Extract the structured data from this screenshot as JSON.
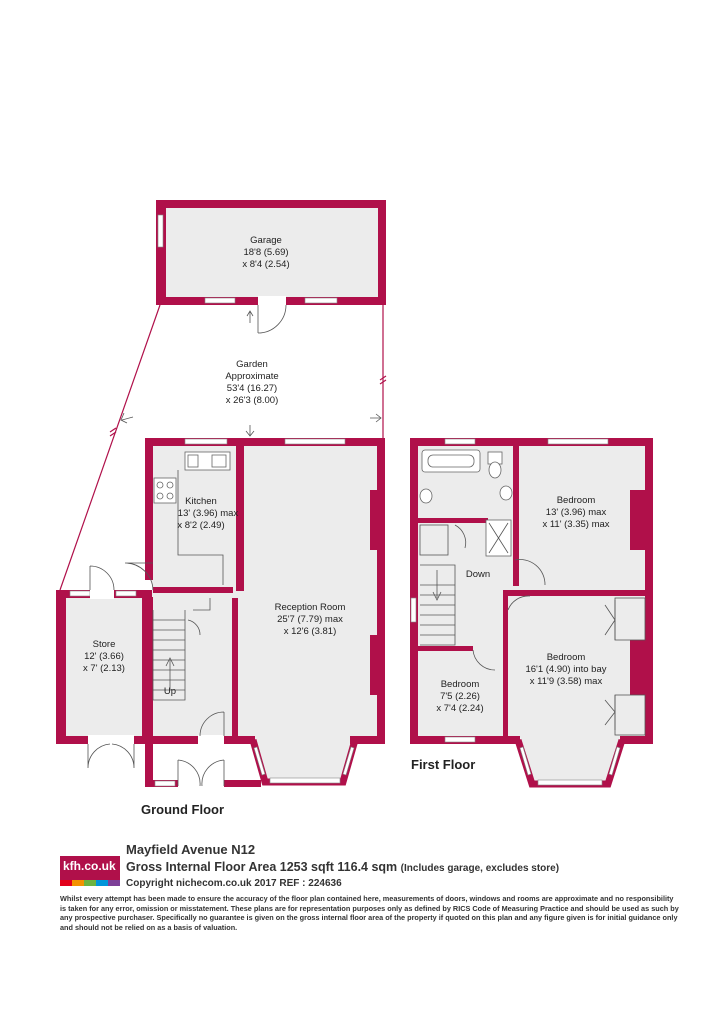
{
  "rooms": {
    "garage": {
      "name": "Garage",
      "dim1": "18'8 (5.69)",
      "dim2": "x 8'4 (2.54)"
    },
    "garden": {
      "name": "Garden",
      "dim1": "Approximate",
      "dim2": "53'4 (16.27)",
      "dim3": "x 26'3 (8.00)"
    },
    "kitchen": {
      "name": "Kitchen",
      "dim1": "13' (3.96) max",
      "dim2": "x 8'2 (2.49)"
    },
    "reception": {
      "name": "Reception Room",
      "dim1": "25'7 (7.79) max",
      "dim2": "x 12'6 (3.81)"
    },
    "store": {
      "name": "Store",
      "dim1": "12' (3.66)",
      "dim2": "x 7' (2.13)"
    },
    "up": "Up",
    "down": "Down",
    "bedroom1": {
      "name": "Bedroom",
      "dim1": "13' (3.96) max",
      "dim2": "x 11' (3.35) max"
    },
    "bedroom2": {
      "name": "Bedroom",
      "dim1": "16'1 (4.90) into bay",
      "dim2": "x 11'9 (3.58) max"
    },
    "bedroom3": {
      "name": "Bedroom",
      "dim1": "7'5 (2.26)",
      "dim2": "x 7'4 (2.24)"
    }
  },
  "floors": {
    "ground": "Ground Floor",
    "first": "First Floor"
  },
  "footer": {
    "logo": "kfh.co.uk",
    "logo_colors": [
      "#e2001a",
      "#f39200",
      "#6cb33f",
      "#0095d9",
      "#7d3f98"
    ],
    "address": "Mayfield Avenue  N12",
    "area": "Gross Internal Floor Area 1253 sqft 116.4 sqm",
    "area_note": "(Includes garage, excludes store)",
    "copyright": "Copyright nichecom.co.uk 2017 REF : 224636",
    "disclaimer": "Whilst every attempt has been made to ensure the accuracy of the floor plan contained here, measurements of doors, windows and rooms are approximate and no responsibility is taken for any error, omission or misstatement.  These plans are for representation purposes only as defined by RICS Code of Measuring Practice and should be used as such by any prospective purchaser.  Specifically no guarantee is given on the gross internal floor area of the property if quoted on this plan and any figure given is for initial guidance only and should not be relied on as a basis of valuation."
  },
  "colors": {
    "wall": "#b0104a",
    "room": "#ececec"
  }
}
